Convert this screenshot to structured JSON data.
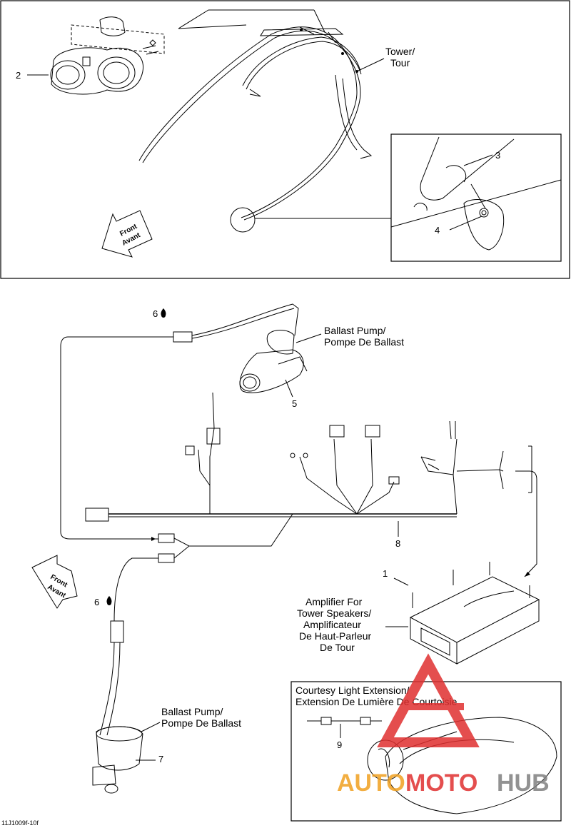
{
  "top_panel": {
    "tower_label_1": "Tower/",
    "tower_label_2": "Tour",
    "front_1": "Front",
    "front_2": "Avant",
    "callout_2": "2",
    "callout_3": "3",
    "callout_4": "4"
  },
  "bottom_panel": {
    "ballast_pump_a_1": "Ballast Pump/",
    "ballast_pump_a_2": "Pompe De Ballast",
    "ballast_pump_b_1": "Ballast Pump/",
    "ballast_pump_b_2": "Pompe De Ballast",
    "amplifier_1": "Amplifier For",
    "amplifier_2": "Tower Speakers/",
    "amplifier_3": "Amplificateur",
    "amplifier_4": "De Haut-Parleur",
    "amplifier_5": "De Tour",
    "courtesy_1": "Courtesy Light Extension/",
    "courtesy_2": "Extension De Lumière De Courtoisie",
    "front_1": "Front",
    "front_2": "Avant",
    "callout_1": "1",
    "callout_5": "5",
    "callout_6a": "6",
    "callout_6b": "6",
    "callout_7": "7",
    "callout_8": "8",
    "callout_9": "9"
  },
  "footer": {
    "figure_code": "11J1009f-10f"
  },
  "watermark": {
    "text_auto": "AUTO",
    "text_moto": "MOTO",
    "text_hub": "HUB",
    "color_red": "#e03030",
    "color_orange": "#f0a020",
    "color_gray": "#808080"
  }
}
